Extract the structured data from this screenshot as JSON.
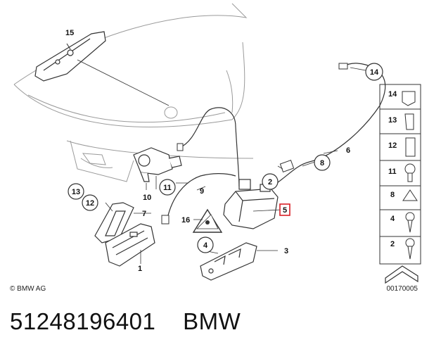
{
  "callouts": {
    "c1": "1",
    "c2": "2",
    "c3": "3",
    "c4": "4",
    "c5": "5",
    "c6": "6",
    "c7": "7",
    "c8": "8",
    "c9": "9",
    "c10": "10",
    "c11": "11",
    "c12": "12",
    "c13": "13",
    "c14": "14",
    "c15": "15",
    "c16": "16"
  },
  "side_panel": {
    "items": [
      "14",
      "13",
      "12",
      "11",
      "8",
      "4",
      "2"
    ]
  },
  "copyright": "© BMW AG",
  "diagram_id": "00170005",
  "caption": {
    "part_number": "51248196401",
    "brand": "BMW"
  },
  "colors": {
    "line": "#333333",
    "highlight": "#d81f26",
    "faint": "#9a9a9a"
  }
}
